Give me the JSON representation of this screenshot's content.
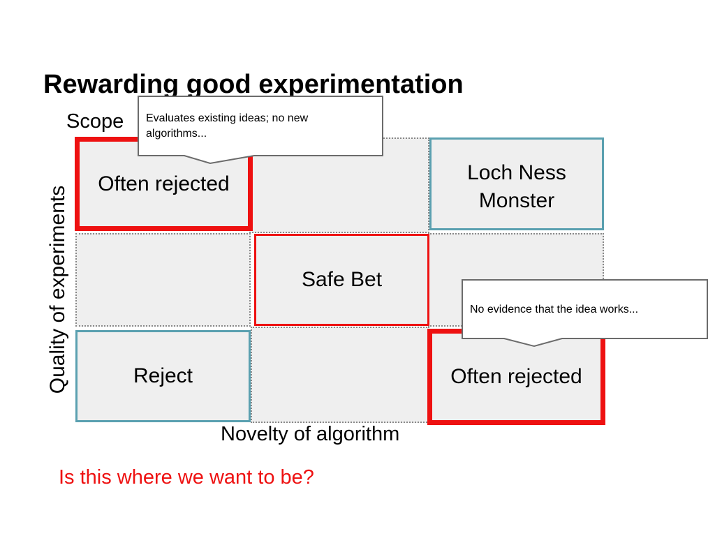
{
  "slide": {
    "title": "Rewarding good experimentation",
    "scope_label": "Scope",
    "y_axis_label": "Quality of experiments",
    "x_axis_label": "Novelty of  algorithm",
    "question": "Is this where we want to be?"
  },
  "grid": {
    "cells": [
      {
        "row": 1,
        "col": 1,
        "text": "Often rejected",
        "style": "red-thick"
      },
      {
        "row": 1,
        "col": 2,
        "text": "",
        "style": "dotted"
      },
      {
        "row": 1,
        "col": 3,
        "text": "Loch Ness Monster",
        "style": "teal"
      },
      {
        "row": 2,
        "col": 1,
        "text": "",
        "style": "dotted"
      },
      {
        "row": 2,
        "col": 2,
        "text": "Safe Bet",
        "style": "red-thin"
      },
      {
        "row": 2,
        "col": 3,
        "text": "",
        "style": "dotted"
      },
      {
        "row": 3,
        "col": 1,
        "text": "Reject",
        "style": "teal"
      },
      {
        "row": 3,
        "col": 2,
        "text": "",
        "style": "dotted"
      },
      {
        "row": 3,
        "col": 3,
        "text": "Often rejected",
        "style": "red-thick"
      }
    ]
  },
  "callouts": {
    "top": "Evaluates existing ideas; no new algorithms...",
    "right": "No evidence that the idea works..."
  },
  "colors": {
    "red": "#ee1111",
    "teal": "#5aa0b0",
    "cell_fill": "#efefef"
  }
}
